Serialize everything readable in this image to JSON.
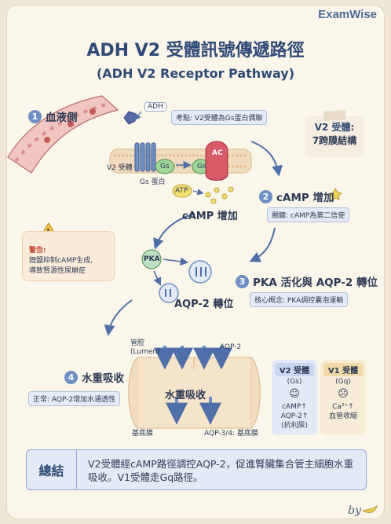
{
  "brand": "ExamWise",
  "title": "ADH V2 受體訊號傳遞路徑",
  "subtitle": "(ADH V2 Receptor Pathway)",
  "steps": {
    "s1": {
      "num": "1",
      "label": "血液側"
    },
    "s2": {
      "num": "2",
      "label": "cAMP 增加"
    },
    "s3": {
      "num": "3",
      "label": "PKA 活化與 AQP-2 轉位"
    },
    "s4": {
      "num": "4",
      "label": "水重吸收"
    }
  },
  "tags": {
    "exam_point": "考點: V2受體為Gs蛋白偶聯",
    "key": "關鍵: cAMP為第二信使",
    "core": "核心概念: PKA調控囊泡運輸",
    "normal": "正常: AQP-2增加水通透性"
  },
  "labels": {
    "adh": "ADH",
    "v2_receptor": "V2 受體",
    "gs": "Gs",
    "gs_protein": "Gs 蛋白",
    "ac": "AC",
    "atp": "ATP",
    "camp_increase": "cAMP 增加",
    "pka": "PKA",
    "aqp2_translocation": "AQP-2 轉位",
    "lumen": "管腔\n(Lumen)",
    "aqp2": "AQP-2",
    "water_reabsorption": "水重吸收",
    "basolateral": "基底膜",
    "aqp34": "AQP-3/4: 基底膜"
  },
  "note": {
    "line1": "V2 受體:",
    "line2": "7跨膜結構"
  },
  "warning": {
    "title": "警告:",
    "line1": "鋰鹽抑制cAMP生成,",
    "line2": "導致腎源性尿崩症"
  },
  "compare": {
    "v2": {
      "header": "V2 受體",
      "sub": "(Gs)",
      "face": "☺",
      "l1": "cAMP↑",
      "l2": "AQP-2↑",
      "l3": "(抗利尿)"
    },
    "v1": {
      "header": "V1 受體",
      "sub": "(Gq)",
      "face": "☹",
      "l1": "Ca²⁺↑",
      "l2": "血管收縮",
      "l3": ""
    }
  },
  "summary": {
    "label": "總結",
    "text": "V2受體經cAMP路徑調控AQP-2，促進腎臟集合管主細胞水重吸收。V1受體走Gq路徑。"
  },
  "signature": "by",
  "colors": {
    "accent": "#6f8fc4",
    "title": "#2e4a77",
    "membrane": "#e8c8a0",
    "warning": "#c64a3b"
  }
}
